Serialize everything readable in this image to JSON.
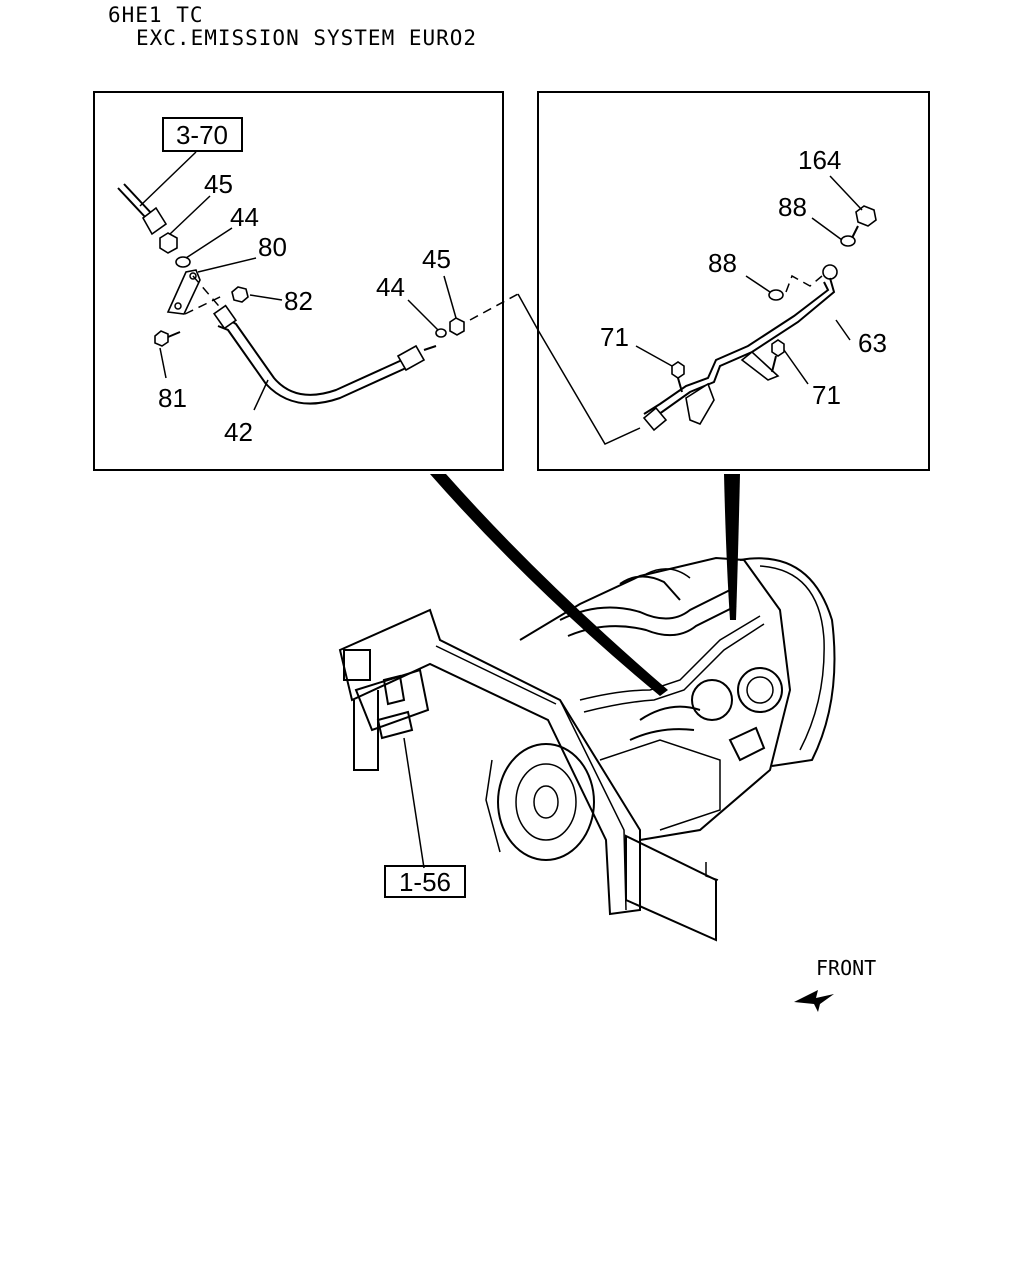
{
  "header": {
    "line1": "6HE1 TC",
    "line2": "EXC.EMISSION SYSTEM EURO2"
  },
  "left_panel": {
    "ref_box": "3-70",
    "labels": {
      "p45a": "45",
      "p44a": "44",
      "p80": "80",
      "p82": "82",
      "p81": "81",
      "p42": "42",
      "p44b": "44",
      "p45b": "45"
    }
  },
  "right_panel": {
    "labels": {
      "p164": "164",
      "p88a": "88",
      "p88b": "88",
      "p71a": "71",
      "p63": "63",
      "p71b": "71"
    }
  },
  "main": {
    "ref_box": "1-56",
    "front_label": "FRONT"
  }
}
